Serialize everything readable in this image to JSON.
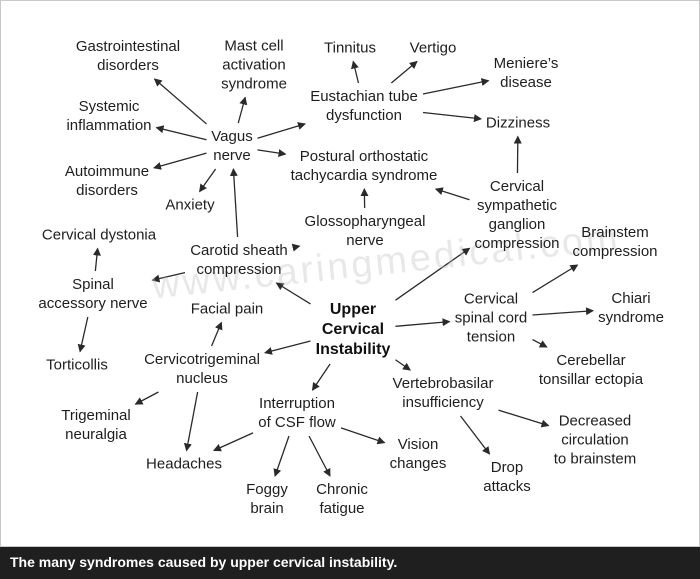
{
  "watermark": "www.caringmedical.com",
  "caption": "The many syndromes caused by upper cervical instability.",
  "colors": {
    "text": "#1e1e1e",
    "arrow": "#2a2a2a",
    "caption_bg": "#1f1f1f",
    "caption_text": "#ffffff"
  },
  "nodes": {
    "upper_cervical_instability": "Upper\nCervical\nInstability",
    "gastrointestinal_disorders": "Gastrointestinal\ndisorders",
    "mast_cell_activation_syndrome": "Mast cell\nactivation\nsyndrome",
    "tinnitus": "Tinnitus",
    "vertigo": "Vertigo",
    "menieres_disease": "Meniere’s\ndisease",
    "eustachian_tube_dysfunction": "Eustachian tube\ndysfunction",
    "dizziness": "Dizziness",
    "systemic_inflammation": "Systemic\ninflammation",
    "vagus_nerve": "Vagus\nnerve",
    "postural_orthostatic_tachycardia_syndrome": "Postural orthostatic\ntachycardia syndrome",
    "autoimmune_disorders": "Autoimmune\ndisorders",
    "anxiety": "Anxiety",
    "cervical_sympathetic_ganglion_compression": "Cervical\nsympathetic\nganglion\ncompression",
    "glossopharyngeal_nerve": "Glossopharyngeal\nnerve",
    "cervical_dystonia": "Cervical dystonia",
    "carotid_sheath_compression": "Carotid sheath\ncompression",
    "brainstem_compression": "Brainstem\ncompression",
    "spinal_accessory_nerve": "Spinal\naccessory nerve",
    "facial_pain": "Facial pain",
    "cervical_spinal_cord_tension": "Cervical\nspinal cord\ntension",
    "chiari_syndrome": "Chiari\nsyndrome",
    "torticollis": "Torticollis",
    "cervicotrigeminal_nucleus": "Cervicotrigeminal\nnucleus",
    "cerebellar_tonsillar_ectopia": "Cerebellar\ntonsillar ectopia",
    "vertebrobasilar_insufficiency": "Vertebrobasilar\ninsufficiency",
    "trigeminal_neuralgia": "Trigeminal\nneuralgia",
    "interruption_of_csf_flow": "Interruption\nof CSF flow",
    "decreased_circulation_to_brainstem": "Decreased\ncirculation\nto brainstem",
    "vision_changes": "Vision\nchanges",
    "headaches": "Headaches",
    "drop_attacks": "Drop\nattacks",
    "foggy_brain": "Foggy\nbrain",
    "chronic_fatigue": "Chronic\nfatigue"
  },
  "edges": [
    [
      "upper_cervical_instability",
      "carotid_sheath_compression"
    ],
    [
      "upper_cervical_instability",
      "cervical_sympathetic_ganglion_compression"
    ],
    [
      "upper_cervical_instability",
      "cervical_spinal_cord_tension"
    ],
    [
      "upper_cervical_instability",
      "vertebrobasilar_insufficiency"
    ],
    [
      "upper_cervical_instability",
      "interruption_of_csf_flow"
    ],
    [
      "upper_cervical_instability",
      "cervicotrigeminal_nucleus"
    ],
    [
      "carotid_sheath_compression",
      "vagus_nerve"
    ],
    [
      "carotid_sheath_compression",
      "glossopharyngeal_nerve"
    ],
    [
      "carotid_sheath_compression",
      "spinal_accessory_nerve"
    ],
    [
      "vagus_nerve",
      "gastrointestinal_disorders"
    ],
    [
      "vagus_nerve",
      "mast_cell_activation_syndrome"
    ],
    [
      "vagus_nerve",
      "systemic_inflammation"
    ],
    [
      "vagus_nerve",
      "autoimmune_disorders"
    ],
    [
      "vagus_nerve",
      "anxiety"
    ],
    [
      "vagus_nerve",
      "eustachian_tube_dysfunction"
    ],
    [
      "vagus_nerve",
      "postural_orthostatic_tachycardia_syndrome"
    ],
    [
      "eustachian_tube_dysfunction",
      "tinnitus"
    ],
    [
      "eustachian_tube_dysfunction",
      "vertigo"
    ],
    [
      "eustachian_tube_dysfunction",
      "menieres_disease"
    ],
    [
      "eustachian_tube_dysfunction",
      "dizziness"
    ],
    [
      "cervical_sympathetic_ganglion_compression",
      "dizziness"
    ],
    [
      "cervical_sympathetic_ganglion_compression",
      "postural_orthostatic_tachycardia_syndrome"
    ],
    [
      "glossopharyngeal_nerve",
      "postural_orthostatic_tachycardia_syndrome"
    ],
    [
      "spinal_accessory_nerve",
      "cervical_dystonia"
    ],
    [
      "spinal_accessory_nerve",
      "torticollis"
    ],
    [
      "cervicotrigeminal_nucleus",
      "facial_pain"
    ],
    [
      "cervicotrigeminal_nucleus",
      "trigeminal_neuralgia"
    ],
    [
      "cervicotrigeminal_nucleus",
      "headaches"
    ],
    [
      "cervical_spinal_cord_tension",
      "brainstem_compression"
    ],
    [
      "cervical_spinal_cord_tension",
      "chiari_syndrome"
    ],
    [
      "cervical_spinal_cord_tension",
      "cerebellar_tonsillar_ectopia"
    ],
    [
      "vertebrobasilar_insufficiency",
      "drop_attacks"
    ],
    [
      "vertebrobasilar_insufficiency",
      "decreased_circulation_to_brainstem"
    ],
    [
      "interruption_of_csf_flow",
      "headaches"
    ],
    [
      "interruption_of_csf_flow",
      "foggy_brain"
    ],
    [
      "interruption_of_csf_flow",
      "chronic_fatigue"
    ],
    [
      "interruption_of_csf_flow",
      "vision_changes"
    ]
  ]
}
